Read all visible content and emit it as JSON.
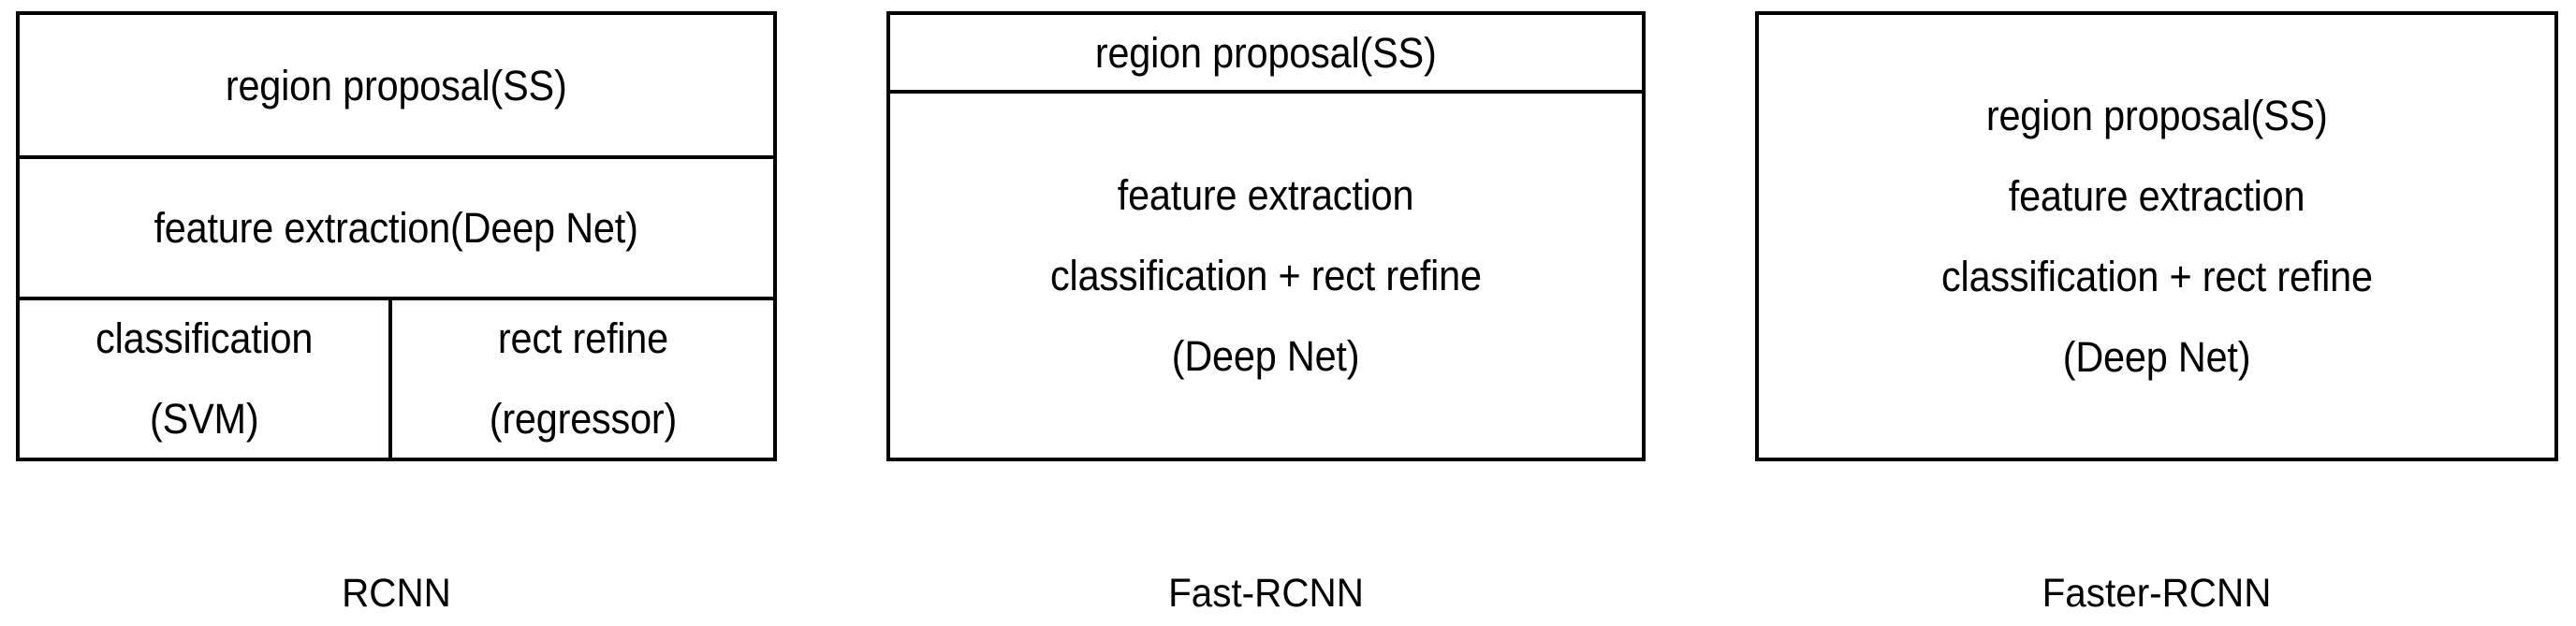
{
  "figure": {
    "background_color": "#ffffff",
    "line_color": "#000000",
    "text_color": "#000000"
  },
  "panels": [
    {
      "id": "rcnn",
      "caption": "RCNN",
      "box": {
        "cells": [
          {
            "lines": [
              "region proposal(SS)"
            ]
          },
          {
            "lines": [
              "feature extraction(Deep Net)"
            ]
          }
        ],
        "split_row": [
          {
            "lines": [
              "classification",
              "(SVM)"
            ]
          },
          {
            "lines": [
              "rect refine",
              "(regressor)"
            ]
          }
        ]
      }
    },
    {
      "id": "fast-rcnn",
      "caption": "Fast-RCNN",
      "box": {
        "cells": [
          {
            "lines": [
              "region proposal(SS)"
            ]
          },
          {
            "lines": [
              "feature extraction",
              "classification + rect refine",
              "(Deep Net)"
            ]
          }
        ]
      }
    },
    {
      "id": "faster-rcnn",
      "caption": "Faster-RCNN",
      "box": {
        "cells": [
          {
            "lines": [
              "region proposal(SS)",
              "feature extraction",
              "classification + rect refine",
              "(Deep Net)"
            ]
          }
        ]
      }
    }
  ]
}
